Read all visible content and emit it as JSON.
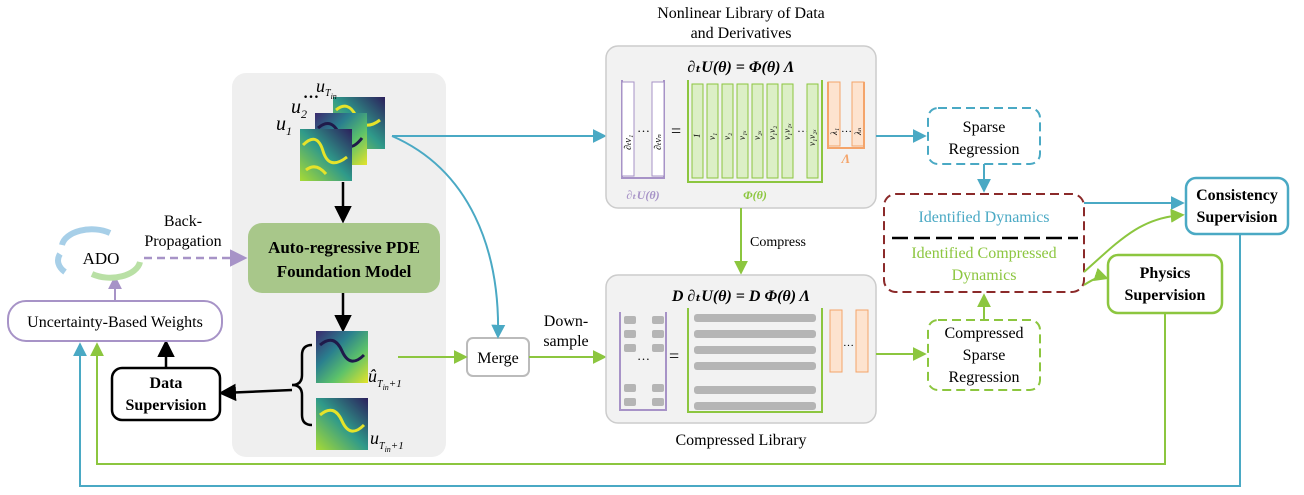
{
  "library_title": [
    "Nonlinear Library of Data",
    "and Derivatives"
  ],
  "library_equation": "∂ₜU(θ) = Φ(θ) Λ",
  "label_dtU": "∂ₜU(θ)",
  "label_phi": "Φ(θ)",
  "label_lambda": "Λ",
  "compress_label": "Compress",
  "compressed_equation": "D ∂ₜU(θ) = D Φ(θ) Λ",
  "compressed_library_caption": "Compressed Library",
  "sparse_regression": [
    "Sparse",
    "Regression"
  ],
  "identified_dynamics": "Identified Dynamics",
  "identified_compressed": [
    "Identified Compressed",
    "Dynamics"
  ],
  "compressed_sparse_regression": [
    "Compressed",
    "Sparse",
    "Regression"
  ],
  "consistency_supervision": [
    "Consistency",
    "Supervision"
  ],
  "physics_supervision": [
    "Physics",
    "Supervision"
  ],
  "data_supervision": [
    "Data",
    "Supervision"
  ],
  "foundation_model": [
    "Auto-regressive PDE",
    "Foundation Model"
  ],
  "ado": "ADO",
  "back_propagation": [
    "Back-",
    "Propagation"
  ],
  "uncertainty_weights": "Uncertainty-Based Weights",
  "merge": "Merge",
  "down_sample": [
    "Down-",
    "sample"
  ],
  "input_labels": [
    "u₁",
    "u₂",
    "u_{T_in}"
  ],
  "output_labels": [
    "û_{T_in+1}",
    "u_{T_in+1}"
  ],
  "dots": "…",
  "eq_sign": "=",
  "phi_cols": [
    "1",
    "v₁",
    "v₂",
    "v₁ₓ",
    "v₂ₓ",
    "v₁v₂",
    "v₁v₁ₓ"
  ],
  "phi_last": "v₁v₂ₓ",
  "dtv": [
    "∂ₜv₁",
    "∂ₜvₙ"
  ],
  "lambdas": [
    "λ₁",
    "λₙ"
  ],
  "colors": {
    "blue": "#4aa9c4",
    "green": "#8cc63f",
    "purple": "#a793c7",
    "orange": "#f4a46a",
    "dark_red": "#8b2a2a",
    "model_green": "#a8c78a"
  }
}
